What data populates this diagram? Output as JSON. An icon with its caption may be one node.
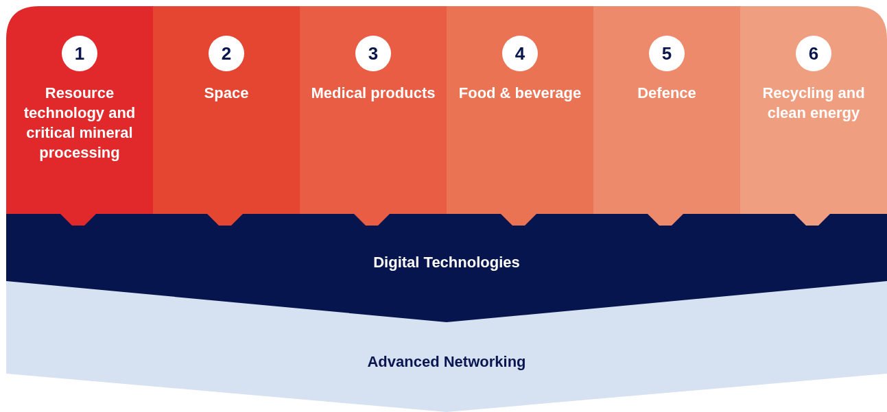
{
  "diagram": {
    "nodes": [
      {
        "text": [
          "Resource technology and critical mineral processing"
        ]
      },
      {
        "text": [
          "1"
        ],
        "in": 0
      },
      {
        "text": [
          "Space"
        ]
      },
      {
        "text": [
          "2"
        ],
        "in": 2
      },
      {
        "text": [
          "Medical products"
        ]
      },
      {
        "text": [
          "3"
        ],
        "in": 4
      },
      {
        "text": [
          "Food & beverage"
        ]
      },
      {
        "text": [
          "4"
        ],
        "in": 6
      },
      {
        "text": [
          "Defence"
        ]
      },
      {
        "text": [
          "5"
        ],
        "in": 8
      },
      {
        "text": [
          "Recycling and clean energy"
        ]
      },
      {
        "text": [
          "6"
        ],
        "in": 10
      },
      {
        "text": [
          "Digital Technologies"
        ]
      },
      {
        "text": [
          "Advanced Networking"
        ]
      }
    ]
  }
}
